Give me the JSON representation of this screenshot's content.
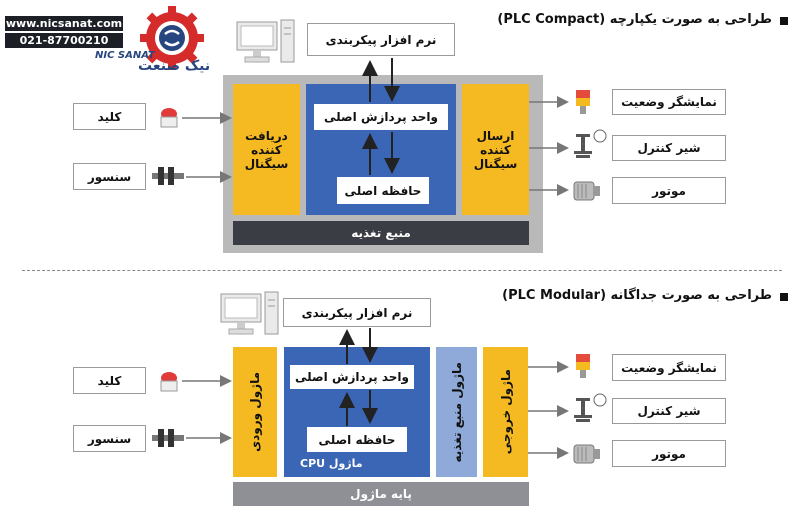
{
  "logo": {
    "website": "www.nicsanat.com",
    "phone": "021-87700210",
    "brand_en": "NIC SANAT",
    "brand_fa": "نیک صنعت"
  },
  "compact": {
    "title": "طراحی به صورت یکپارچه (PLC  Compact)",
    "config_software": "نرم افزار پیکربندی",
    "cpu": "واحد پردازش اصلی",
    "memory": "حافظه اصلی",
    "input_module": "دریافت کننده سیگنال",
    "output_module": "ارسال کننده سیگنال",
    "power_supply": "منبع تغذیه",
    "inputs": [
      "کلید",
      "سنسور"
    ],
    "outputs": [
      "نمایشگر وضعیت",
      "شیر کنترل",
      "موتور"
    ]
  },
  "modular": {
    "title": "طراحی به صورت جداگانه (PLC Modular)",
    "config_software": "نرم افزار پیکربندی",
    "cpu": "واحد پردازش اصلی",
    "memory": "حافظه اصلی",
    "cpu_module": "ماژول CPU",
    "input_module": "ماژول ورودی",
    "output_module": "ماژول خروجی",
    "power_module": "ماژول منبع تغذیه",
    "rack": "پایه ماژول",
    "inputs": [
      "کلید",
      "سنسور"
    ],
    "outputs": [
      "نمایشگر وضعیت",
      "شیر کنترل",
      "موتور"
    ]
  },
  "colors": {
    "yellow": "#f5b921",
    "blue": "#3a66b5",
    "light_blue": "#8faad8",
    "gray": "#b9b9b9",
    "dark": "#3a3d44",
    "logo_red": "#d52b2b",
    "logo_blue": "#27457e"
  },
  "icons": [
    "monitor-icon",
    "push-button-icon",
    "sensor-icon",
    "status-lamp-icon",
    "control-valve-icon",
    "motor-icon",
    "gear-logo-icon"
  ]
}
